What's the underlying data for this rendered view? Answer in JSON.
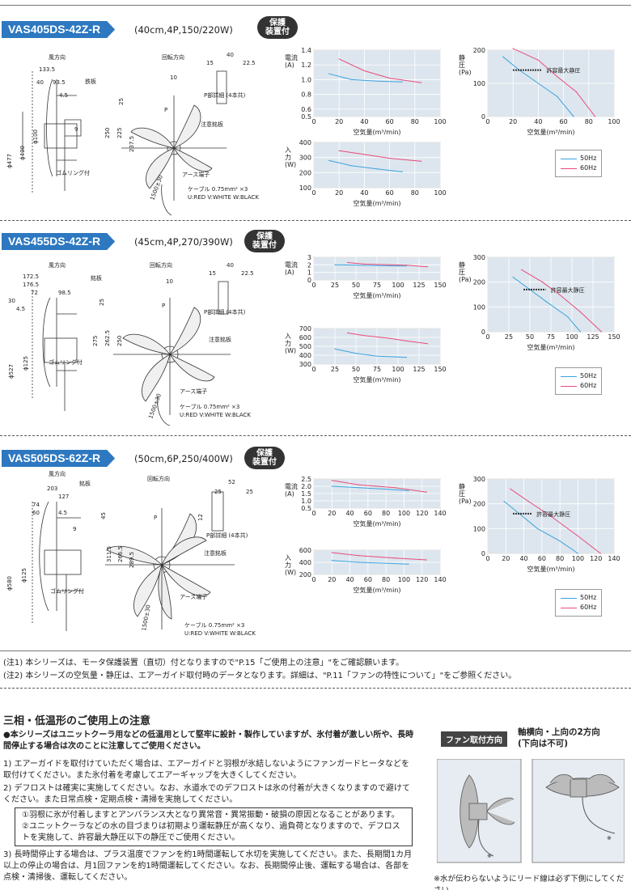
{
  "colors": {
    "accent": "#2d78c0",
    "hz50": "#3aa3e0",
    "hz60": "#e84b7a",
    "chart_bg": "#dde6ee"
  },
  "models": [
    {
      "name": "VAS405DS-42Z-R",
      "spec": "(40cm,4P,150/220W)",
      "badge": "保護\n装置付",
      "current": {
        "type": "line",
        "ylabel": "電流\n(A)",
        "xlabel": "空気量(m³/min)",
        "xticks": [
          0,
          20,
          40,
          60,
          80,
          100
        ],
        "yticks": [
          0.5,
          0.6,
          0.8,
          1.0,
          1.2,
          1.4
        ],
        "ylim": [
          0.5,
          1.4
        ],
        "xlim": [
          0,
          100
        ],
        "series": [
          {
            "name": "50Hz",
            "x": [
              12,
              30,
              50,
              70
            ],
            "y": [
              1.08,
              1.0,
              0.98,
              0.97
            ]
          },
          {
            "name": "60Hz",
            "x": [
              20,
              40,
              60,
              85
            ],
            "y": [
              1.28,
              1.12,
              1.02,
              0.96
            ]
          }
        ]
      },
      "input": {
        "type": "line",
        "ylabel": "入\n力\n(W)",
        "xlabel": "空気量(m³/min)",
        "xticks": [
          0,
          20,
          40,
          60,
          80,
          100
        ],
        "yticks": [
          100,
          200,
          300,
          400
        ],
        "ylim": [
          100,
          400
        ],
        "xlim": [
          0,
          100
        ],
        "series": [
          {
            "name": "50Hz",
            "x": [
              12,
              30,
              50,
              70
            ],
            "y": [
              280,
              245,
              225,
              205
            ]
          },
          {
            "name": "60Hz",
            "x": [
              20,
              40,
              60,
              85
            ],
            "y": [
              345,
              320,
              295,
              275
            ]
          }
        ]
      },
      "pressure": {
        "type": "line",
        "ylabel": "静\n圧\n(Pa)",
        "xlabel": "空気量(m³/min)",
        "xticks": [
          0,
          20,
          40,
          60,
          80,
          100
        ],
        "yticks": [
          0,
          100,
          200
        ],
        "ylim": [
          0,
          200
        ],
        "xlim": [
          0,
          100
        ],
        "annotation": "許容最大静圧",
        "series": [
          {
            "name": "50Hz",
            "x": [
              12,
              25,
              40,
              55,
              68
            ],
            "y": [
              180,
              140,
              100,
              60,
              0
            ]
          },
          {
            "name": "60Hz",
            "x": [
              20,
              40,
              55,
              70,
              85
            ],
            "y": [
              205,
              170,
              120,
              75,
              0
            ]
          }
        ]
      },
      "legend": [
        "50Hz",
        "60Hz"
      ],
      "dims": {
        "wind": "風方向",
        "rot": "回転方向",
        "d1": "133.5",
        "d2": "93.5",
        "d3": "40",
        "d4": "4.5",
        "d5": "9",
        "d6": "ϕ477",
        "d7": "ϕ400",
        "d8": "ϕ100",
        "steel": "鉄板",
        "rubber": "ゴムリング付",
        "earth": "アース端子",
        "cable": "ケーブル 0.75mm² ×3",
        "colors": "U:RED V:WHITE W:BLACK",
        "pdetail": "P部詳細 (4本共)",
        "p": "P",
        "stop": "注意銘板",
        "h1": "250",
        "h2": "225",
        "h3": "237.5",
        "h4": "25",
        "len": "1500±30",
        "top1": "40",
        "top2": "15",
        "top3": "22.5",
        "top4": "10"
      }
    },
    {
      "name": "VAS455DS-42Z-R",
      "spec": "(45cm,4P,270/390W)",
      "badge": "保護\n装置付",
      "current": {
        "type": "line",
        "ylabel": "電流\n(A)",
        "xlabel": "空気量(m³/min)",
        "xticks": [
          0,
          25,
          50,
          75,
          100,
          125,
          150
        ],
        "yticks": [
          0.0,
          1.0,
          2.0,
          3.0
        ],
        "ylim": [
          0,
          3
        ],
        "xlim": [
          0,
          150
        ],
        "series": [
          {
            "name": "50Hz",
            "x": [
              25,
              50,
              75,
              100,
              110
            ],
            "y": [
              2.0,
              1.95,
              1.9,
              1.85,
              1.85
            ]
          },
          {
            "name": "60Hz",
            "x": [
              40,
              60,
              90,
              110,
              135
            ],
            "y": [
              2.3,
              2.1,
              2.0,
              1.95,
              1.75
            ]
          }
        ]
      },
      "input": {
        "type": "line",
        "ylabel": "入\n力\n(W)",
        "xlabel": "空気量(m³/min)",
        "xticks": [
          0,
          25,
          50,
          75,
          100,
          125,
          150
        ],
        "yticks": [
          300,
          400,
          500,
          600,
          700
        ],
        "ylim": [
          300,
          700
        ],
        "xlim": [
          0,
          150
        ],
        "series": [
          {
            "name": "50Hz",
            "x": [
              25,
              50,
              75,
              100,
              110
            ],
            "y": [
              470,
              420,
              390,
              380,
              375
            ]
          },
          {
            "name": "60Hz",
            "x": [
              40,
              60,
              90,
              110,
              135
            ],
            "y": [
              650,
              620,
              590,
              560,
              530
            ]
          }
        ]
      },
      "pressure": {
        "type": "line",
        "ylabel": "静\n圧\n(Pa)",
        "xlabel": "空気量(m³/min)",
        "xticks": [
          0,
          25,
          50,
          75,
          100,
          125,
          150
        ],
        "yticks": [
          0,
          100,
          200,
          300
        ],
        "ylim": [
          0,
          300
        ],
        "xlim": [
          0,
          150
        ],
        "annotation": "許容最大静圧",
        "series": [
          {
            "name": "50Hz",
            "x": [
              30,
              50,
              70,
              95,
              110
            ],
            "y": [
              220,
              170,
              120,
              60,
              0
            ]
          },
          {
            "name": "60Hz",
            "x": [
              40,
              65,
              85,
              110,
              135
            ],
            "y": [
              250,
              200,
              150,
              80,
              0
            ]
          }
        ]
      },
      "legend": [
        "50Hz",
        "60Hz"
      ],
      "dims": {
        "wind": "風方向",
        "rot": "回転方向",
        "d1": "172.5",
        "d2": "176.5",
        "d3": "72",
        "d4": "98.5",
        "d5": "30",
        "d6": "4.5",
        "d7": "ϕ527",
        "d8": "ϕ125",
        "steel": "銘板",
        "rubber": "ゴムリング付",
        "earth": "アース端子",
        "cable": "ケーブル 0.75mm² ×3",
        "colors": "U:RED V:WHITE W:BLACK",
        "pdetail": "P部詳細 (4本共)",
        "p": "P",
        "stop": "注意銘板",
        "h1": "275",
        "h2": "262.5",
        "h3": "250",
        "h4": "25",
        "len": "1500±30",
        "top1": "40",
        "top2": "15",
        "top3": "22.5",
        "top4": "10"
      }
    },
    {
      "name": "VAS505DS-62Z-R",
      "spec": "(50cm,6P,250/400W)",
      "badge": "保護\n装置付",
      "current": {
        "type": "line",
        "ylabel": "電流\n(A)",
        "xlabel": "空気量(m³/min)",
        "xticks": [
          0,
          20,
          40,
          60,
          80,
          100,
          120,
          140
        ],
        "yticks": [
          0.5,
          1.0,
          1.5,
          2.0,
          2.5
        ],
        "ylim": [
          0.5,
          2.5
        ],
        "xlim": [
          0,
          140
        ],
        "series": [
          {
            "name": "50Hz",
            "x": [
              20,
              50,
              80,
              105
            ],
            "y": [
              2.0,
              1.9,
              1.8,
              1.7
            ]
          },
          {
            "name": "60Hz",
            "x": [
              20,
              50,
              90,
              125
            ],
            "y": [
              2.4,
              2.1,
              1.9,
              1.6
            ]
          }
        ]
      },
      "input": {
        "type": "line",
        "ylabel": "入\n力\n(W)",
        "xlabel": "空気量(m³/min)",
        "xticks": [
          0,
          20,
          40,
          60,
          80,
          100,
          120,
          140
        ],
        "yticks": [
          200,
          400,
          600
        ],
        "ylim": [
          200,
          600
        ],
        "xlim": [
          0,
          140
        ],
        "series": [
          {
            "name": "50Hz",
            "x": [
              20,
              50,
              80,
              105
            ],
            "y": [
              430,
              400,
              385,
              370
            ]
          },
          {
            "name": "60Hz",
            "x": [
              20,
              50,
              90,
              125
            ],
            "y": [
              560,
              510,
              470,
              440
            ]
          }
        ]
      },
      "pressure": {
        "type": "line",
        "ylabel": "静\n圧\n(Pa)",
        "xlabel": "空気量(m³/min)",
        "xticks": [
          0,
          20,
          40,
          60,
          80,
          100,
          120,
          140
        ],
        "yticks": [
          0,
          100,
          200,
          300
        ],
        "ylim": [
          0,
          300
        ],
        "xlim": [
          0,
          140
        ],
        "annotation": "許容最大静圧",
        "series": [
          {
            "name": "50Hz",
            "x": [
              18,
              35,
              55,
              80,
              100
            ],
            "y": [
              210,
              160,
              100,
              50,
              0
            ]
          },
          {
            "name": "60Hz",
            "x": [
              25,
              45,
              70,
              100,
              125
            ],
            "y": [
              260,
              210,
              150,
              70,
              0
            ]
          }
        ]
      },
      "legend": [
        "50Hz",
        "60Hz"
      ],
      "dims": {
        "wind": "風方向",
        "rot": "回転方向",
        "d1": "203",
        "d2": "127",
        "d3": "74",
        "d4": "60",
        "d5": "4.5",
        "d6": "9",
        "d7": "ϕ580",
        "d8": "ϕ125",
        "steel": "銘板",
        "rubber": "ゴムリング付",
        "earth": "アース端子",
        "cable": "ケーブル 0.75mm² ×3",
        "colors": "U:RED V:WHITE W:BLACK",
        "pdetail": "P部詳細 (4本共)",
        "p": "P",
        "stop": "注意銘板",
        "h1": "311.5",
        "h2": "266.5",
        "h3": "289.5",
        "h4": "45",
        "len": "1500±30",
        "top1": "52",
        "top2": "25",
        "top3": "25",
        "top4": "12"
      }
    }
  ],
  "notes": [
    "(注1) 本シリーズは、モータ保護装置（直切）付となりますので\"P.15「ご使用上の注意」\"をご確認願います。",
    "(注2) 本シリーズの空気量・静圧は、エアーガイド取付時のデータとなります。詳細は、\"P.11「ファンの特性について」\"をご参照ください。"
  ],
  "caution": {
    "title": "三相・低温形のご使用上の注意",
    "intro": "●本シリーズはユニットクーラ用などの低温用として堅牢に設計・製作していますが、氷付着が激しい所や、長時間停止する場合は次のことに注意してご使用ください。",
    "item1": "1) エアーガイドを取付けていただく場合は、エアーガイドと羽根が氷結しないようにファンガードヒータなどを取付けてください。また氷付着を考慮してエアーギャップを大きくしてください。",
    "item2": "2) デフロストは確実に実施してください。なお、水道水でのデフロストは氷の付着が大きくなりますので避けてください。また日常点検・定期点検・清掃を実施してください。",
    "box1": "①羽根に氷が付着しますとアンバランス大となり異常音・異常振動・破損の原因となることがあります。",
    "box2": "②ユニットクーラなどの水の目づまりは初期より運転静圧が高くなり、過負荷となりますので、デフロストを実施して、許容最大静圧以下の静圧でご使用ください。",
    "item3": "3) 長時間停止する場合は、プラス温度でファンを約1時間運転して水切を実施してください。また、長期間1カ月以上の停止の場合は、月1回ファンを約1時間運転してください。なお、長期間停止後、運転する場合は、各部を点検・清掃後、運転してください。"
  },
  "fan_mount": {
    "tag": "ファン取付方向",
    "dir1": "軸横向・上向の2方向",
    "dir2": "(下向は不可)",
    "mark": "※",
    "footnote": "※水が伝わらないようにリード線は必ず下側にしてください。"
  }
}
